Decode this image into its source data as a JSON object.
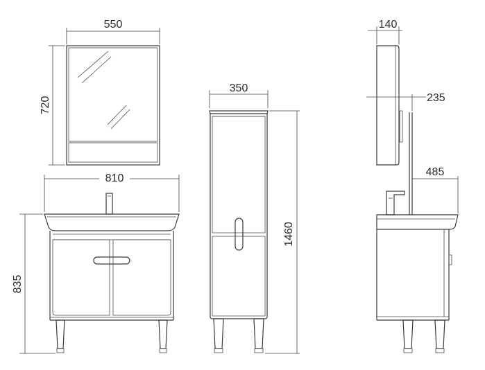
{
  "dimensions": {
    "mirror_width": "550",
    "mirror_height": "720",
    "basin_width": "810",
    "cabinet_height": "835",
    "tall_width": "350",
    "tall_height": "1460",
    "side_mirror_depth": "140",
    "side_mirror_offset": "235",
    "side_basin_depth": "485"
  }
}
